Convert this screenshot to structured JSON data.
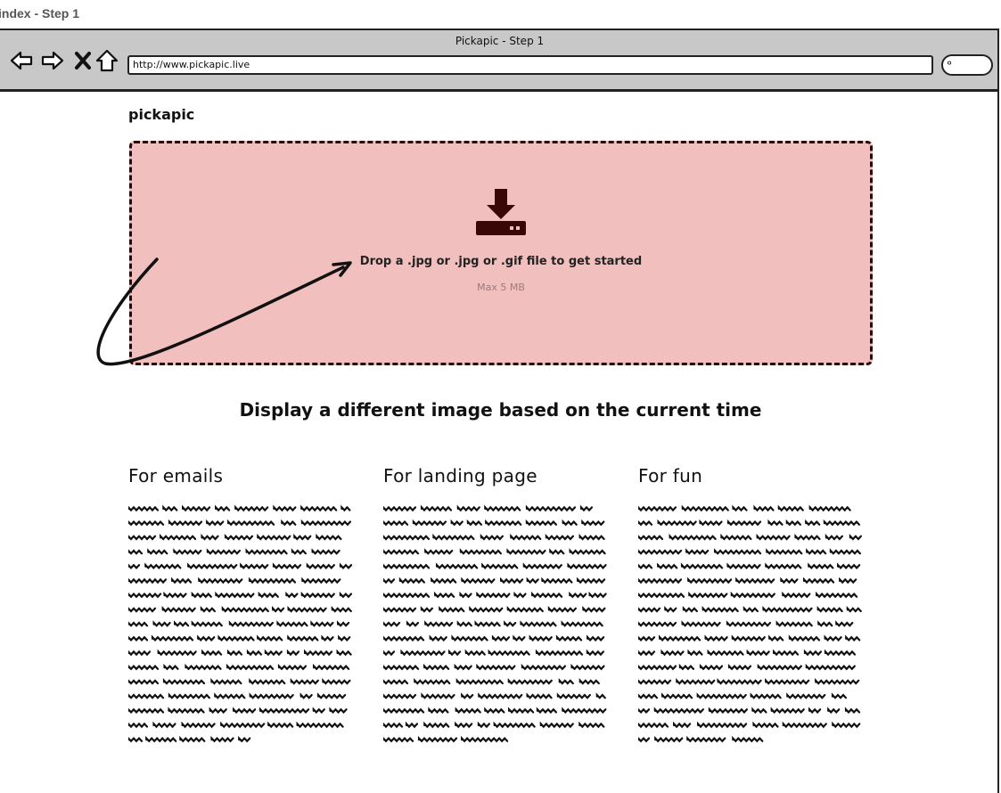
{
  "document": {
    "title": "index - Step 1"
  },
  "browser": {
    "window_title": "Pickapic - Step 1",
    "url": "http://www.pickapic.live",
    "nav_icons": [
      "back-icon",
      "forward-icon",
      "stop-icon",
      "home-icon"
    ],
    "search_icon": "search-icon"
  },
  "app": {
    "brand": "pickapic",
    "dropzone": {
      "icon": "download-icon",
      "message": "Drop a .jpg or .jpg or .gif file to get started",
      "limit": "Max 5 MB",
      "background_color": "#f2bfbf",
      "border_color": "#2a0606"
    },
    "headline": "Display a different image based on the current time",
    "columns": [
      {
        "heading": "For emails"
      },
      {
        "heading": "For landing page"
      },
      {
        "heading": "For fun"
      }
    ]
  }
}
